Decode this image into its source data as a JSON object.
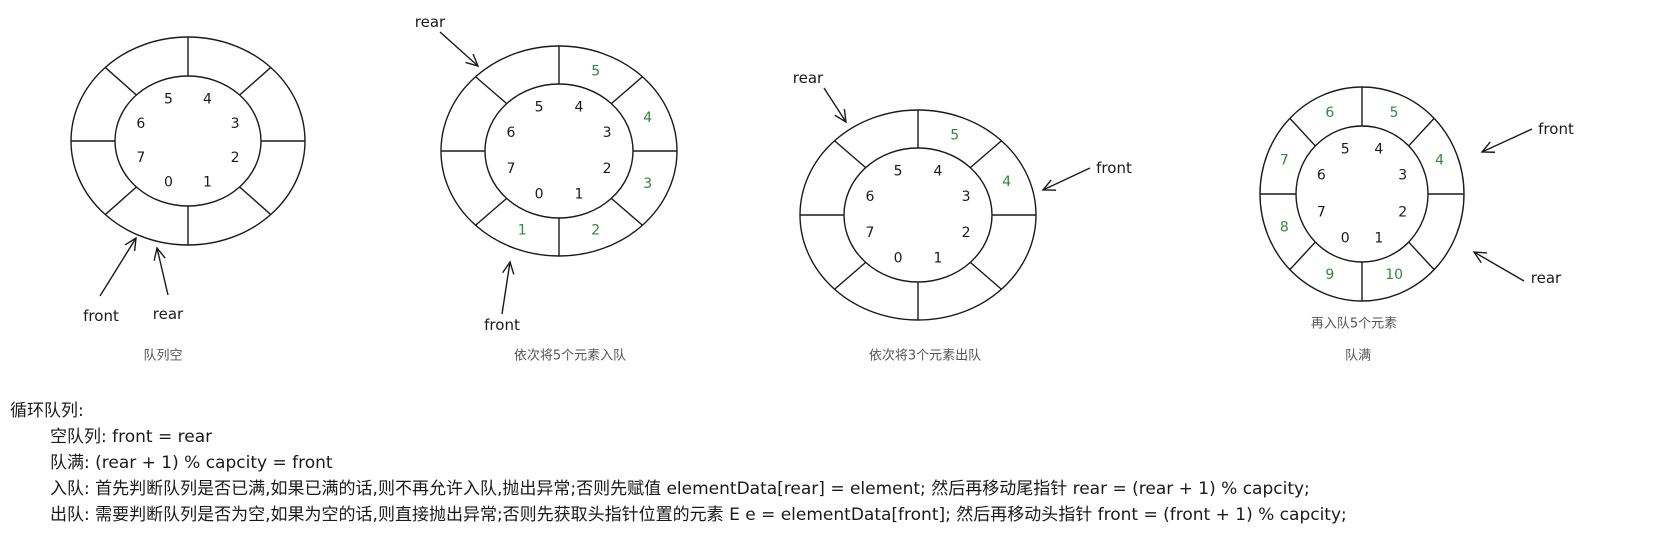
{
  "diagrams": [
    {
      "indices": [
        "0",
        "1",
        "2",
        "3",
        "4",
        "5",
        "6",
        "7"
      ],
      "values": [
        "",
        "",
        "",
        "",
        "",
        "",
        "",
        ""
      ],
      "pointers": [
        {
          "label": "front"
        },
        {
          "label": "rear"
        }
      ],
      "captions": [
        "队列空"
      ]
    },
    {
      "indices": [
        "0",
        "1",
        "2",
        "3",
        "4",
        "5",
        "6",
        "7"
      ],
      "values": [
        "1",
        "2",
        "3",
        "4",
        "5",
        "",
        "",
        ""
      ],
      "pointers": [
        {
          "label": "rear"
        },
        {
          "label": "front"
        }
      ],
      "captions": [
        "依次将5个元素入队"
      ]
    },
    {
      "indices": [
        "0",
        "1",
        "2",
        "3",
        "4",
        "5",
        "6",
        "7"
      ],
      "values": [
        "",
        "",
        "",
        "4",
        "5",
        "",
        "",
        ""
      ],
      "pointers": [
        {
          "label": "rear"
        },
        {
          "label": "front"
        }
      ],
      "captions": [
        "依次将3个元素出队"
      ]
    },
    {
      "indices": [
        "0",
        "1",
        "2",
        "3",
        "4",
        "5",
        "6",
        "7"
      ],
      "values": [
        "9",
        "10",
        "",
        "4",
        "5",
        "6",
        "7",
        "8"
      ],
      "pointers": [
        {
          "label": "front"
        },
        {
          "label": "rear"
        }
      ],
      "captions": [
        "再入队5个元素",
        "队满"
      ]
    }
  ],
  "notes": {
    "heading": "循环队列:",
    "lines": [
      "空队列: front = rear",
      "队满: (rear + 1) % capcity = front",
      "入队: 首先判断队列是否已满,如果已满的话,则不再允许入队,抛出异常;否则先赋值 elementData[rear] = element; 然后再移动尾指针 rear = (rear + 1) % capcity;",
      "出队: 需要判断队列是否为空,如果为空的话,则直接抛出异常;否则先获取头指针位置的元素 E e = elementData[front]; 然后再移动头指针 front = (front + 1) % capcity;"
    ]
  },
  "colors": {
    "ink": "#1a1a1a",
    "value": "#2e8b3a",
    "caption": "#555555",
    "alert": "#e84a4a"
  }
}
